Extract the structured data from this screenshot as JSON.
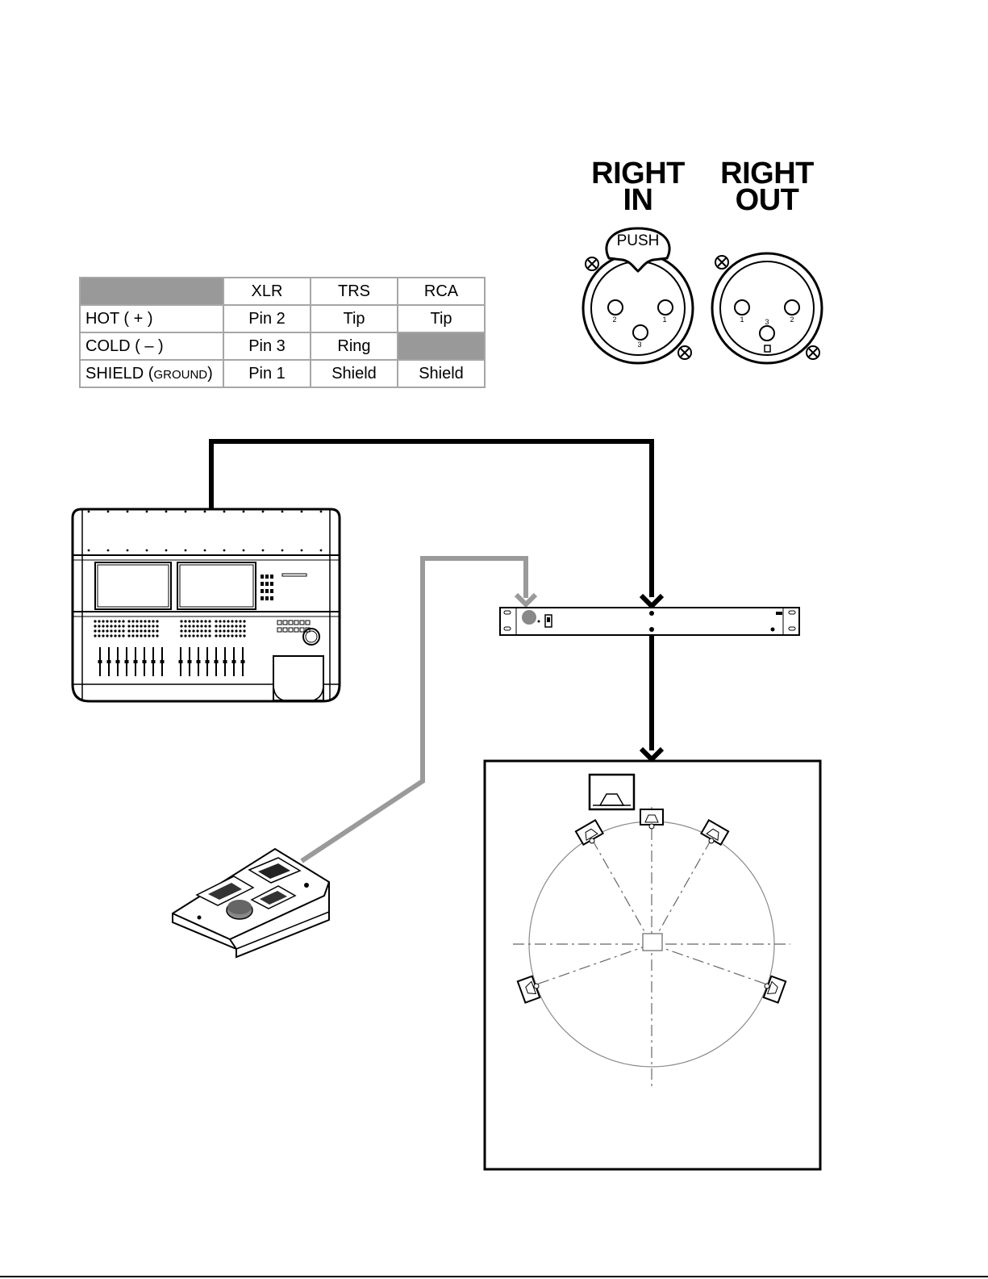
{
  "pin_table": {
    "columns": [
      "XLR",
      "TRS",
      "RCA"
    ],
    "rows": [
      {
        "label": "HOT ( + )",
        "label_small": "",
        "label_end": "",
        "values": [
          "Pin 2",
          "Tip",
          "Tip"
        ]
      },
      {
        "label": "COLD ( – )",
        "label_small": "",
        "label_end": "",
        "values": [
          "Pin 3",
          "Ring",
          ""
        ]
      },
      {
        "label": "SHIELD (",
        "label_small": "GROUND",
        "label_end": ")",
        "values": [
          "Pin 1",
          "Shield",
          "Shield"
        ]
      }
    ]
  },
  "connectors": {
    "right_in": {
      "line1": "RIGHT",
      "line2": "IN",
      "push_label": "PUSH",
      "pins": [
        "2",
        "1",
        "3"
      ]
    },
    "right_out": {
      "line1": "RIGHT",
      "line2": "OUT",
      "pins": [
        "1",
        "3",
        "2"
      ]
    }
  },
  "colors": {
    "signal_cable": "#000000",
    "control_cable": "#9a9a9a",
    "table_header_fill": "#999999"
  },
  "icons": [
    "mixing-console-icon",
    "bass-management-unit-icon",
    "remote-control-icon",
    "speaker-layout-icon"
  ]
}
